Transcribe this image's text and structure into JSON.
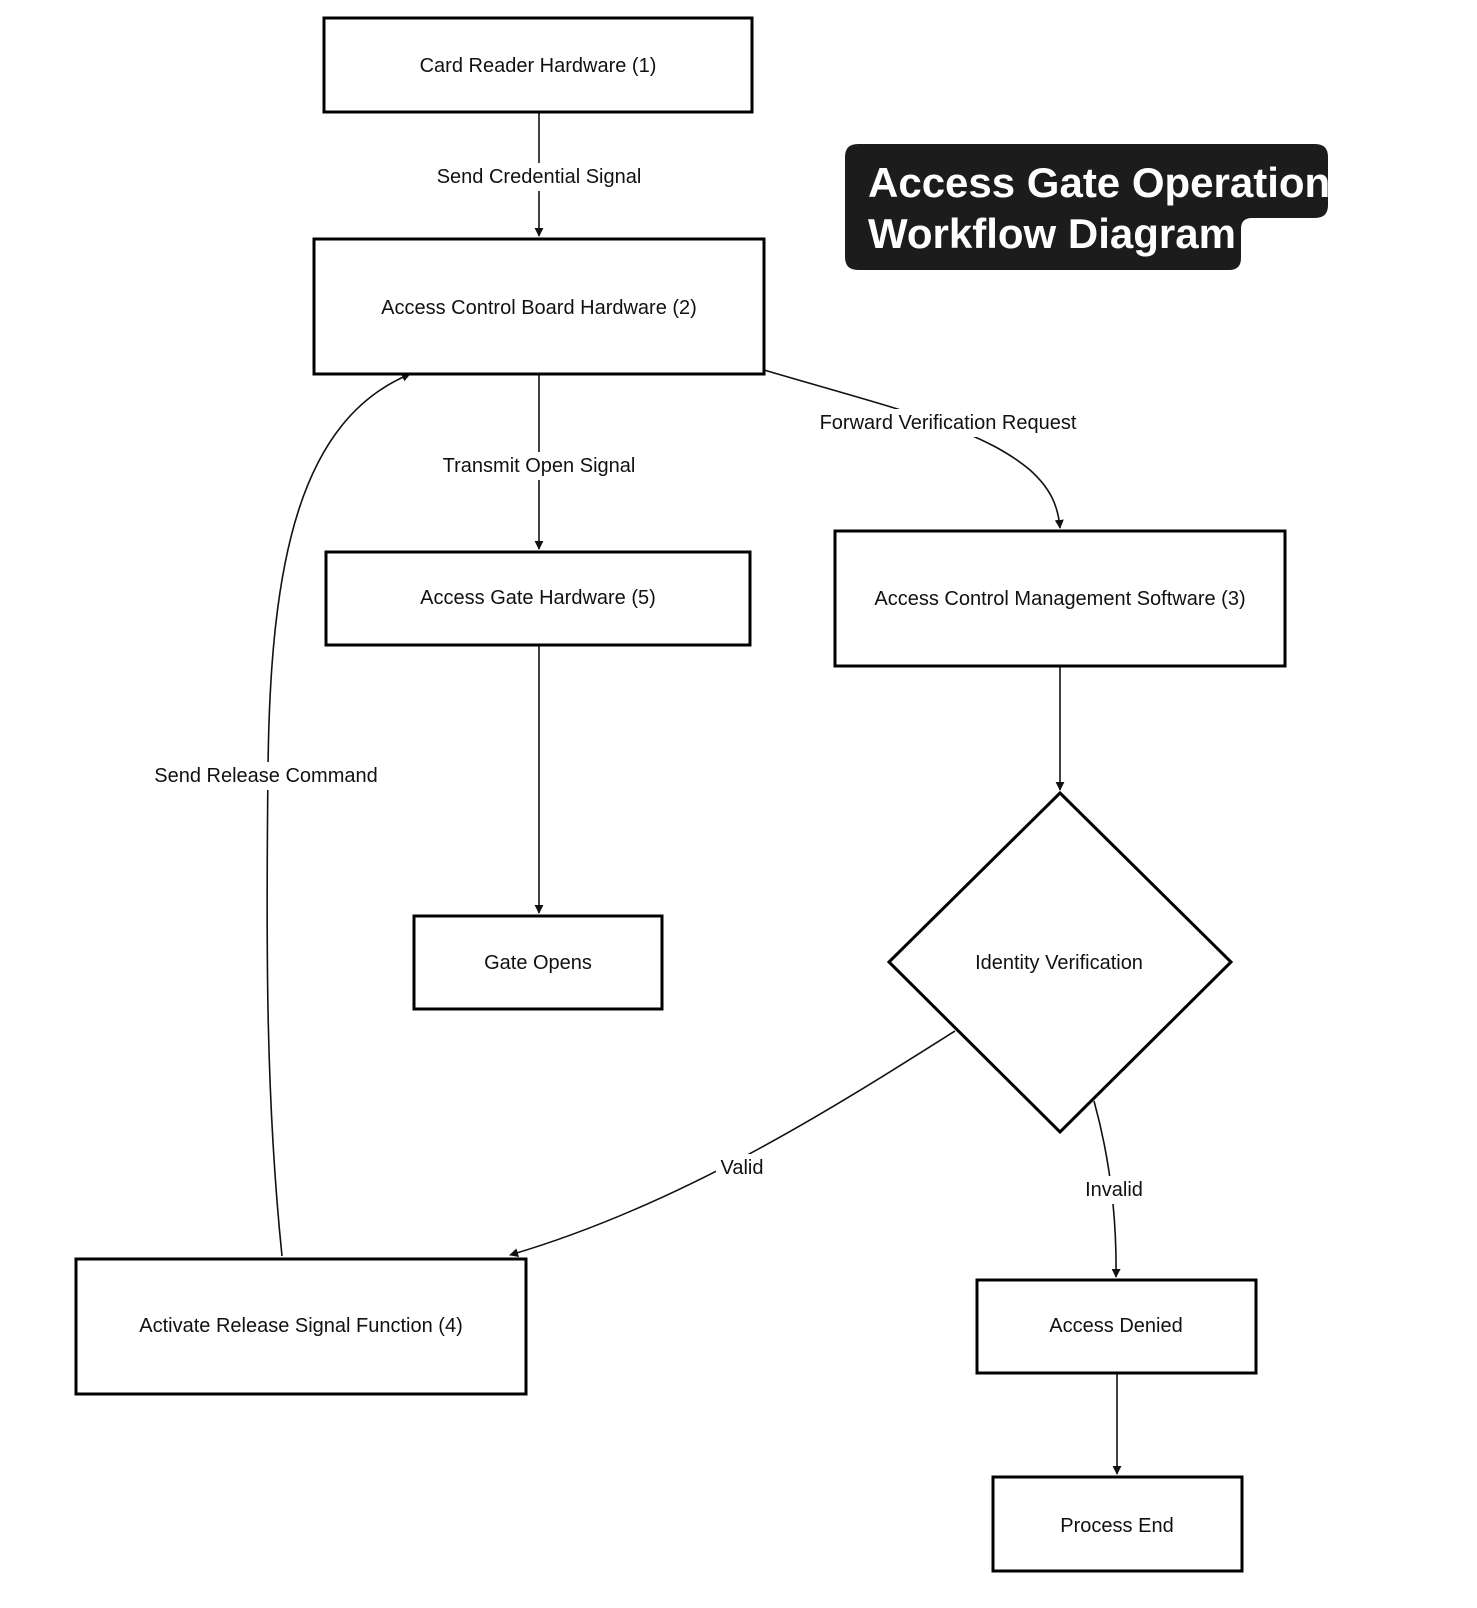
{
  "title": {
    "line1": "Access Gate Operation",
    "line2": "Workflow Diagram"
  },
  "nodes": {
    "card_reader": "Card Reader Hardware (1)",
    "control_board": "Access Control Board Hardware (2)",
    "gate_hardware": "Access Gate Hardware (5)",
    "management_software": "Access Control Management Software (3)",
    "gate_opens": "Gate Opens",
    "identity_verification": "Identity Verification",
    "release_function": "Activate Release Signal Function (4)",
    "access_denied": "Access Denied",
    "process_end": "Process End"
  },
  "edges": {
    "send_credential": "Send Credential Signal",
    "transmit_open": "Transmit Open Signal",
    "forward_verification": "Forward Verification Request",
    "send_release": "Send Release Command",
    "valid": "Valid",
    "invalid": "Invalid"
  },
  "colors": {
    "title_background": "#1c1c1c",
    "title_text": "#ffffff",
    "node_stroke": "#000000",
    "edge_stroke": "#111111"
  }
}
